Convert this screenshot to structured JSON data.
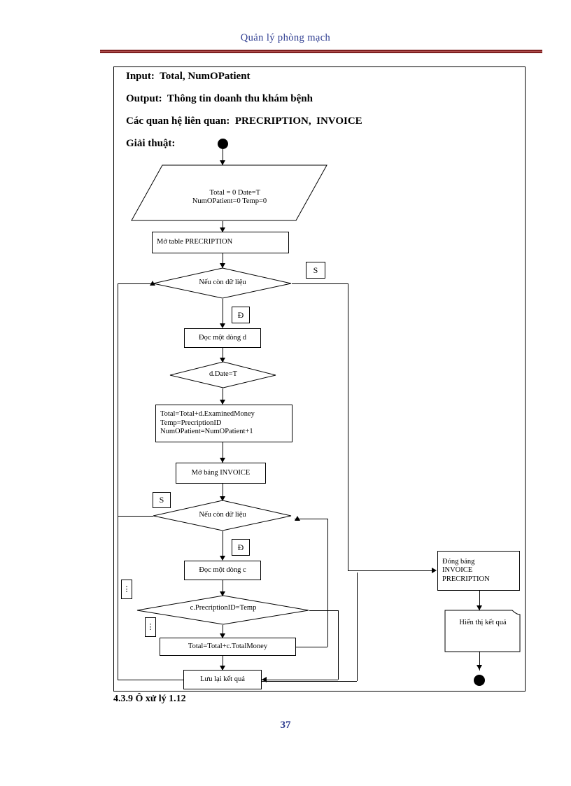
{
  "header": {
    "title": "Quản lý phòng mạch",
    "title_color": "#2b3a8f",
    "rule_color": "#7d1f1f"
  },
  "spec": {
    "input_line": "Input:  Total, NumOPatient",
    "output_line": "Output:  Thông tin doanh thu khám bệnh",
    "relations_line": "Các quan hệ liên quan:  PRECRIPTION,  INVOICE",
    "algorithm_label": "Giải thuật:"
  },
  "flowchart": {
    "start_node": "start-terminator",
    "end_node": "end-terminator",
    "init_box": "Total = 0   Date=T\nNumOPatient=0  Temp=0",
    "open_precription": "Mở table PRECRIPTION",
    "decision_1": "Nếu còn dữ liệu",
    "decision_1_false_tag": "S",
    "decision_1_true_tag": "Đ",
    "read_row_d": "Đọc một dòng d",
    "decision_2": "d.Date=T",
    "accumulate_box": "Total=Total+d.ExaminedMoney\nTemp=PrecriptionID\nNumOPatient=NumOPatient+1",
    "open_invoice": "Mở bảng INVOICE",
    "decision_3": "Nếu còn dữ liệu",
    "decision_3_false_tag": "S",
    "decision_3_true_tag": "Đ",
    "read_row_c": "Đọc một dòng c",
    "decision_4": "c.PrecriptionID=Temp",
    "total_money_box": "Total=Total+c.TotalMoney",
    "save_result": "Lưu lại kết quả",
    "close_tables": "Đóng bảng\nINVOICE\nPRECRIPTION",
    "display_result": "Hiển thị kết quả",
    "ellipsis_tag_1": "⋮",
    "ellipsis_tag_2": "⋮"
  },
  "footer": {
    "caption": "4.3.9 Ô xử lý 1.12",
    "page_number": "37",
    "page_number_color": "#2b3a8f"
  }
}
